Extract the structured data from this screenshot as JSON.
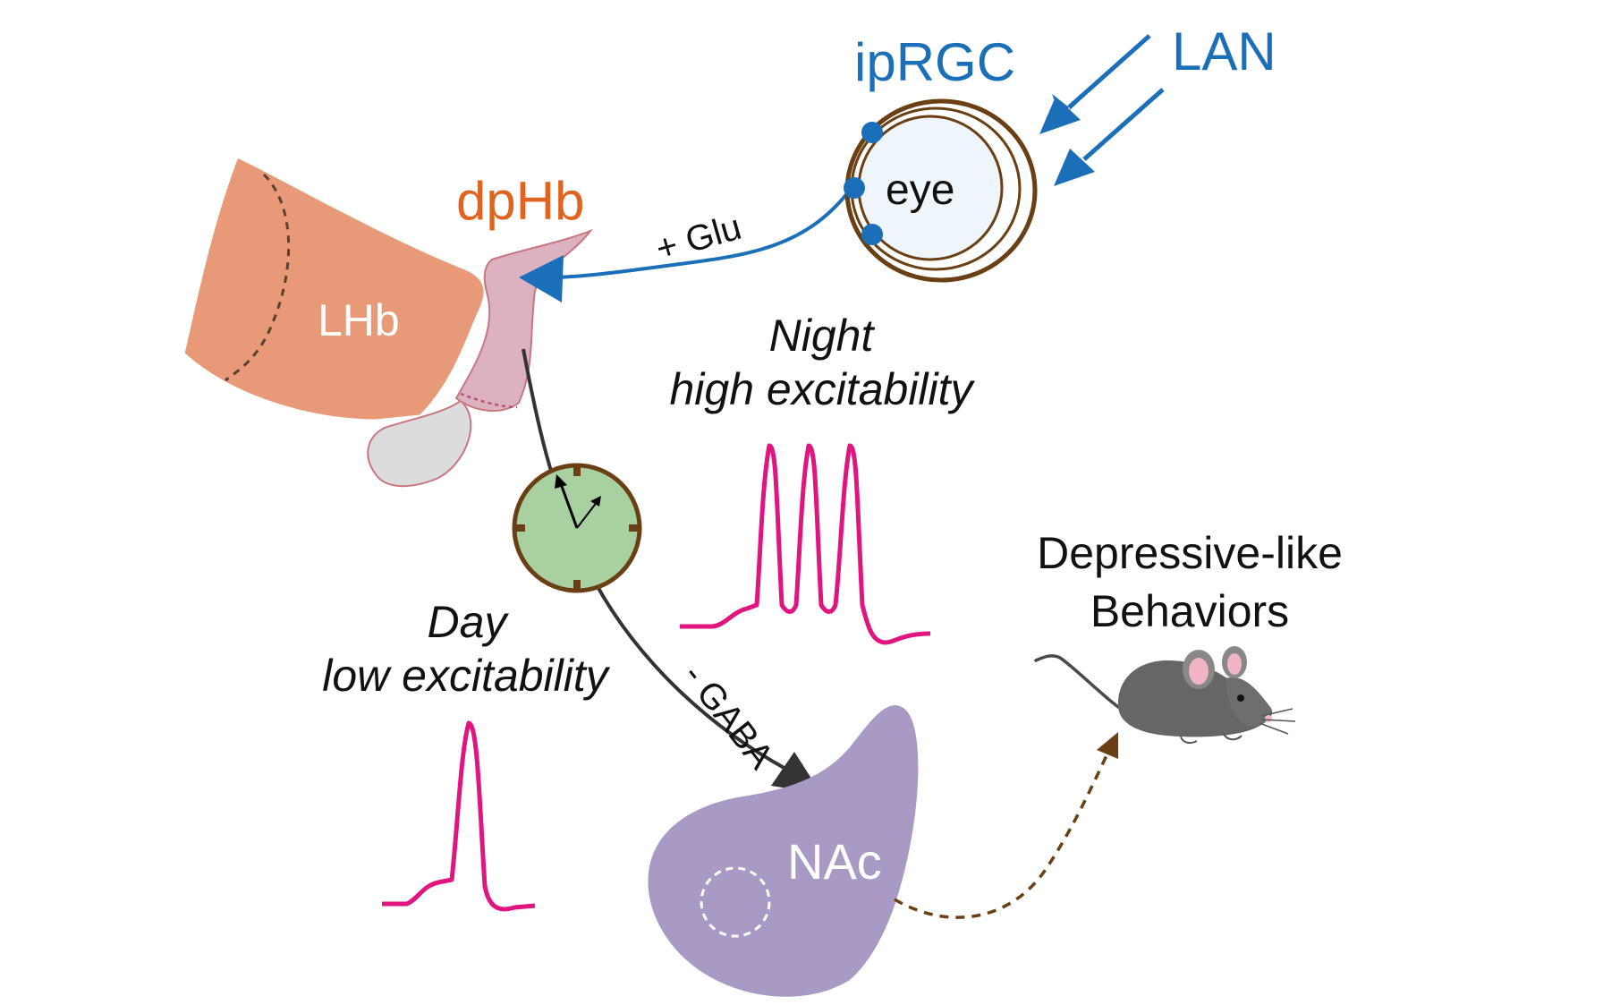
{
  "labels": {
    "ipRGC": "ipRGC",
    "LAN": "LAN",
    "eye": "eye",
    "dpHb": "dpHb",
    "LHb": "LHb",
    "glu": "+ Glu",
    "night_line1": "Night",
    "night_line2": "high excitability",
    "day_line1": "Day",
    "day_line2": "low excitability",
    "gaba": "- GABA",
    "NAc": "NAc",
    "behavior_line1": "Depressive-like",
    "behavior_line2": "Behaviors"
  },
  "colors": {
    "blue": "#1b6fb8",
    "orange": "#e06420",
    "lhb_fill": "#e89a78",
    "dphb_fill": "#dcb2c1",
    "gray_fill": "#dcdcdc",
    "spike": "#e0157f",
    "nac_fill": "#a89ac4",
    "brown": "#6b3f14",
    "clock_fill": "#a8d0a0",
    "dark_arrow": "#333333"
  },
  "icons": [
    "eye-icon",
    "clock-icon",
    "mouse-icon"
  ]
}
